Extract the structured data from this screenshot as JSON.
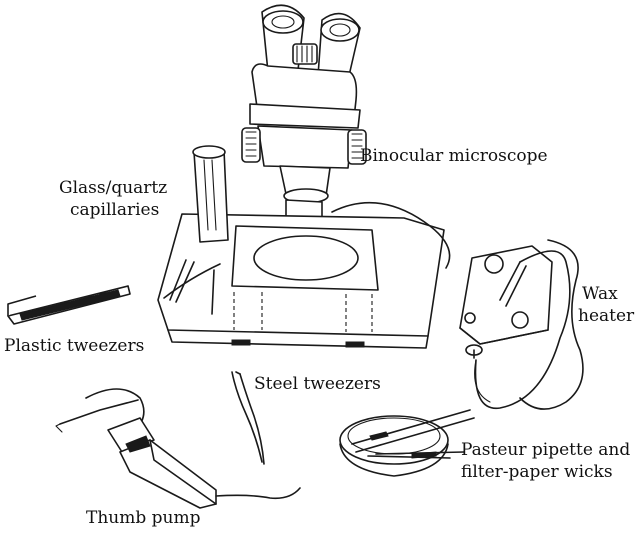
{
  "labels": {
    "binocular_microscope": "Binocular microscope",
    "capillaries_line1": "Glass/quartz",
    "capillaries_line2": "capillaries",
    "wax_heater_line1": "Wax",
    "wax_heater_line2": "heater",
    "plastic_tweezers": "Plastic tweezers",
    "steel_tweezers": "Steel tweezers",
    "pasteur_line1": "Pasteur pipette and",
    "pasteur_line2": "filter-paper wicks",
    "thumb_pump": "Thumb pump"
  }
}
